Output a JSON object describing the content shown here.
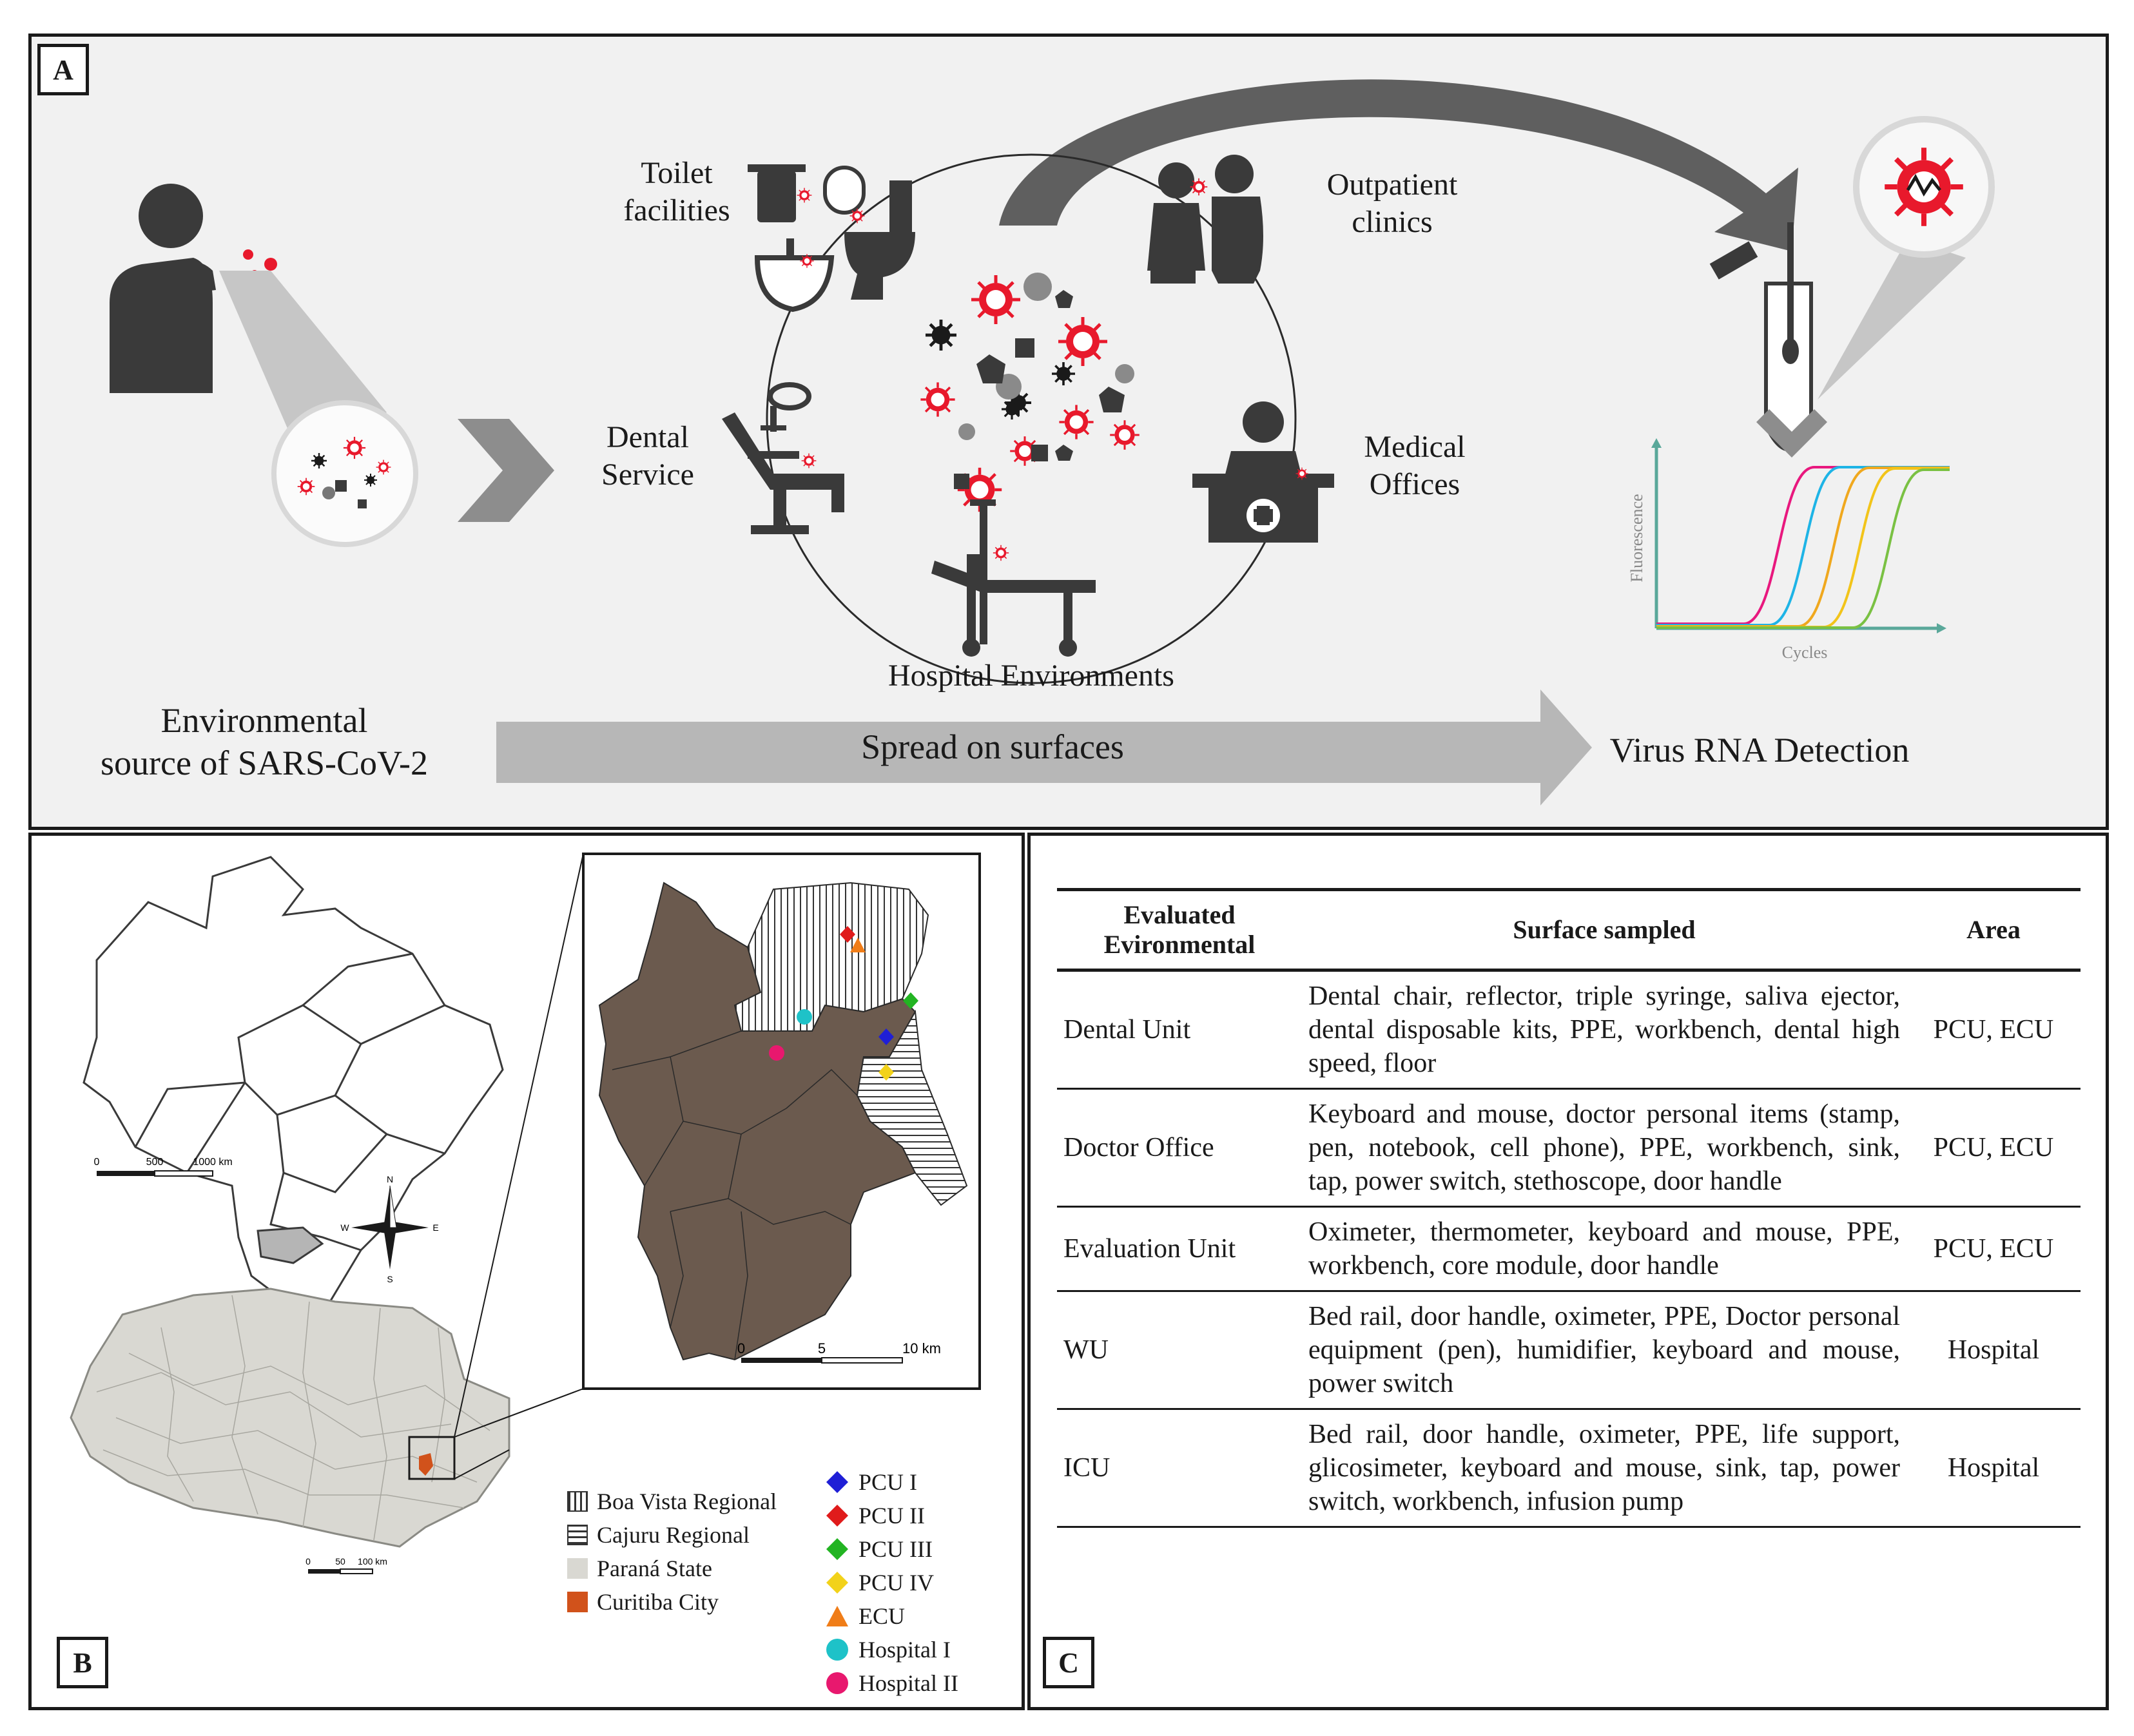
{
  "panels": {
    "a": {
      "tag": "A",
      "toilet": "Toilet\nfacilities",
      "outpatient": "Outpatient\nclinics",
      "dental": "Dental\nService",
      "medical": "Medical\nOffices",
      "hospital": "Hospital Environments",
      "source": "Environmental\nsource of SARS-CoV-2",
      "spread": "Spread on surfaces",
      "detection": "Virus RNA Detection",
      "fluorescence": "Fluorescence",
      "cycles": "Cycles"
    },
    "b": {
      "tag": "B",
      "scale_brazil": [
        "0",
        "500",
        "1000 km"
      ],
      "scale_parana": [
        "0",
        "50",
        "100 km"
      ],
      "scale_curitiba": [
        "0",
        "5",
        "10 km"
      ],
      "compass": [
        "N",
        "S",
        "W",
        "E"
      ],
      "areas": [
        {
          "label": "Boa Vista Regional"
        },
        {
          "label": "Cajuru Regional"
        },
        {
          "label": "Paraná State"
        },
        {
          "label": "Curitiba City"
        }
      ],
      "units": [
        {
          "label": "PCU I",
          "color": "#1f1fd6",
          "shape": "diamond"
        },
        {
          "label": "PCU II",
          "color": "#e01b1b",
          "shape": "diamond"
        },
        {
          "label": "PCU III",
          "color": "#22b422",
          "shape": "diamond"
        },
        {
          "label": "PCU IV",
          "color": "#f2d21a",
          "shape": "diamond"
        },
        {
          "label": "ECU",
          "color": "#f07d18",
          "shape": "triangle"
        },
        {
          "label": "Hospital I",
          "color": "#1ec2c8",
          "shape": "circle"
        },
        {
          "label": "Hospital II",
          "color": "#e8186e",
          "shape": "circle"
        }
      ]
    },
    "c": {
      "tag": "C",
      "headers": [
        "Evaluated\nEvironmental",
        "Surface sampled",
        "Area"
      ],
      "rows": [
        {
          "env": "Dental Unit",
          "surface": "Dental chair, reflector, triple syringe, saliva ejector, dental disposable kits, PPE, workbench, dental high speed, floor",
          "area": "PCU, ECU"
        },
        {
          "env": "Doctor Office",
          "surface": "Keyboard and mouse, doctor personal items (stamp, pen, notebook, cell phone), PPE, workbench, sink, tap, power switch, stethoscope, door handle",
          "area": "PCU, ECU"
        },
        {
          "env": "Evaluation Unit",
          "surface": "Oximeter, thermometer, keyboard and mouse, PPE, workbench, core module, door handle",
          "area": "PCU, ECU"
        },
        {
          "env": "WU",
          "surface": "Bed rail, door handle, oximeter, PPE, Doctor personal equipment (pen), humidifier, keyboard and mouse, power switch",
          "area": "Hospital"
        },
        {
          "env": "ICU",
          "surface": "Bed rail, door handle, oximeter, PPE, life support, glicosimeter, keyboard and mouse, sink, tap, power switch, workbench, infusion pump",
          "area": "Hospital"
        }
      ]
    }
  },
  "colors": {
    "virus": "#e8192c",
    "icon": "#3a3a3a",
    "arrow": "#b7b7b7",
    "map_fill": "#6b5a4e",
    "parana_fill": "#d9d8d2",
    "curitiba": "#d1521b",
    "curves": [
      "#e8187e",
      "#1eb4e6",
      "#f0a81e",
      "#f2c41a",
      "#7ac143"
    ]
  }
}
